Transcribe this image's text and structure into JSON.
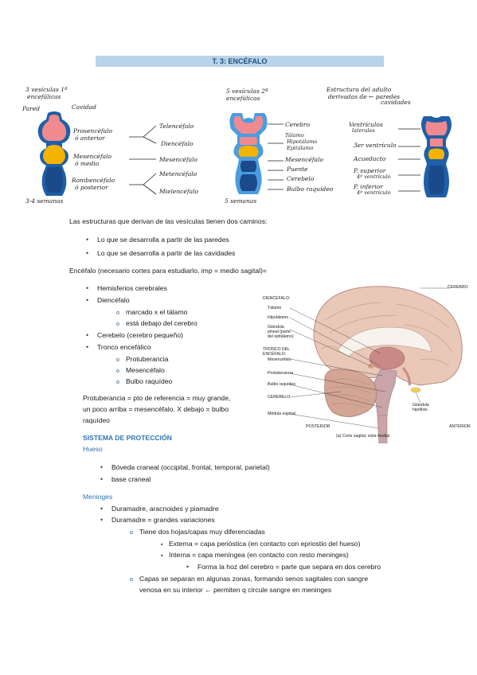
{
  "title": "T. 3: ENCÉFALO",
  "sketch1": {
    "heading": [
      "3 vesículas 1ª",
      "encefálicas"
    ],
    "pared": "Pared",
    "cavidad": "Cavidad",
    "labels": [
      "Prosencéfalo",
      "ó anterior",
      "Mesencéfalo",
      "ó medio",
      "Rombencéfalo",
      "ó posterior"
    ],
    "outputs": [
      "Telencéfalo",
      "Diencéfalo",
      "Mesencéfalo",
      "Metencéfalo",
      "Mielencéfalo"
    ],
    "weeks": "3-4 semanas"
  },
  "sketch2": {
    "heading": [
      "5 vesículas 2ª",
      "encefálicas"
    ],
    "outputs": [
      "Cerebro",
      "Tálamo",
      "Hipotálamo",
      "Epitálamo",
      "Mesencéfalo",
      "Puente",
      "Cerebelo",
      "Bulbo raquídeo"
    ],
    "weeks": "5 semanas"
  },
  "sketch3": {
    "heading": [
      "Estructura del adulto",
      "derivadas de ← paredes",
      "cavidades"
    ],
    "outputs": [
      "Ventrículos",
      "laterales",
      "3er ventrículo",
      "Acueducto",
      "P. superior",
      "4º ventrículo",
      "P. inferior",
      "4º ventrículo"
    ]
  },
  "intro": "Las estructuras que derivan de las vesículas tienen dos caminos:",
  "paths": [
    "Lo que se desarrolla a partir de las paredes",
    "Lo que se desarrolla a partir de las cavidades"
  ],
  "encefalo": "Encéfalo (necesario cortes para estudiarlo, imp = medio sagital)=",
  "parts": {
    "hemisferios": "Hemisferios cerebrales",
    "diencefalo": "Diencéfalo",
    "d1": "marcado x el tálamo",
    "d2": "está debajo del cerebro",
    "cerebelo": "Cerebelo (cerebro pequeño)",
    "tronco": "Tronco encefálico",
    "t1": "Protuberancia",
    "t2": "Mesencéfalo",
    "t3": "Bulbo raquídeo"
  },
  "protuberancia_note": [
    "Protuberancia = pto de referencia = muy grande,",
    "un poco arriba = mesencéfalo. X debajo = bulbo",
    "raquídeo"
  ],
  "brain": {
    "cerebro": "CEREBRO",
    "diencefalo": "DIENCÉFALO:",
    "talamo": "Tálamo",
    "hipotalamo": "Hipotálamo",
    "pineal": [
      "Glándula",
      "pineal (parte",
      "del epitálamo)"
    ],
    "tronco": [
      "TRONCO DEL",
      "ENCÉFALO:"
    ],
    "mesencefalo": "Mesencéfalo",
    "protuberancia": "Protuberancia",
    "bulbo": "Bulbo raquídeo",
    "cerebelo": "CEREBELO",
    "medula": "Médula espinal",
    "hipofisis": [
      "Glándula",
      "hipófisis"
    ],
    "posterior": "POSTERIOR",
    "anterior": "ANTERIOR",
    "caption": "(a) Corte sagital, vista medial"
  },
  "sistema": "SISTEMA DE PROTECCIÓN",
  "hueso": {
    "heading": "Hueso",
    "items": [
      "Bóveda craneal (occipital, frontal, temporal, parietal)",
      "base craneal"
    ]
  },
  "meninges": {
    "heading": "Meninges",
    "i1": "Duramadre, aracnoides y piamadre",
    "i2": "Duramadre = grandes variaciones",
    "s1": "Tiene dos hojas/capas muy diferenciadas",
    "e1": "Externa = capa perióstica (en contacto con epriostio del hueso)",
    "e2": "Interna = capa meníngea (en contacto con resto meninges)",
    "e3": "Forma la hoz del cerebro = parte que separa en dos cerebro",
    "s2": [
      "Capas se separan en algunas zonas, formando senos sagitales con sangre",
      "venosa en su interior ← permiten q circule sangre en meninges"
    ]
  },
  "colors": {
    "pink": "#f08a8e",
    "yellow": "#f2b400",
    "blue": "#1f5fa8",
    "lightblue": "#4a9de0",
    "accent": "#2e74b5",
    "title_bg": "#b9d3ea"
  }
}
